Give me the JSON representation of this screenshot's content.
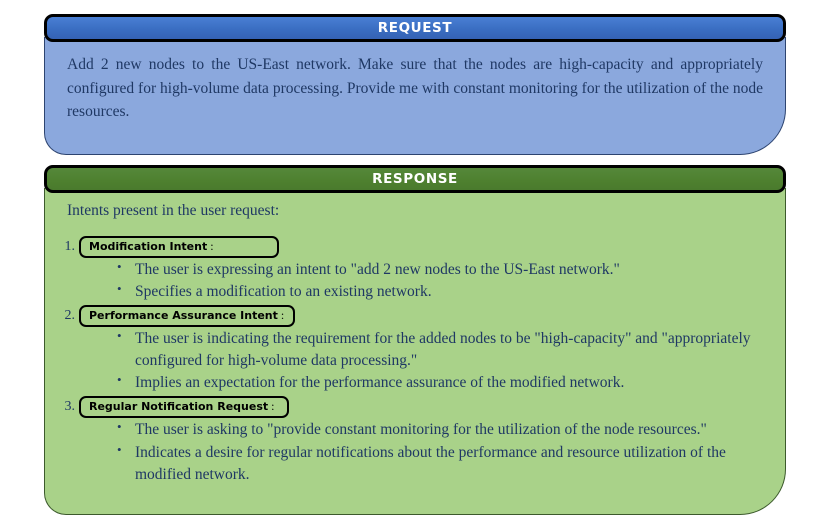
{
  "colors": {
    "request_header_bg": "#3a6ec2",
    "request_body_bg": "#8ba8dd",
    "response_header_bg": "#4e802f",
    "response_body_bg": "#a9d289",
    "body_text": "#1f3864",
    "tag_border": "#000000",
    "header_text": "#ffffff",
    "page_bg": "#ffffff"
  },
  "request": {
    "header_label": "REQUEST",
    "text": "Add 2 new nodes to the US-East network. Make sure that the nodes are high-capacity and appropriately configured for high-volume data processing. Provide me with constant monitoring for the utilization of the node resources."
  },
  "response": {
    "header_label": "RESPONSE",
    "intro": "Intents present in the user request:",
    "intents": [
      {
        "number": "1.",
        "tag_label": "Modification Intent",
        "tag_colon": ":",
        "bullets": [
          "The user is expressing an intent to \"add 2 new nodes to the US-East network.\"",
          "Specifies a modification to an existing network."
        ]
      },
      {
        "number": "2.",
        "tag_label": "Performance Assurance Intent",
        "tag_colon": ":",
        "bullets": [
          "The user is indicating the requirement for the added nodes to be \"high-capacity\" and \"appropriately configured for high-volume data processing.\"",
          "Implies an expectation for the performance assurance of the modified network."
        ]
      },
      {
        "number": "3.",
        "tag_label": "Regular Notification Request",
        "tag_colon": ":",
        "bullets": [
          "The user is asking to \"provide constant monitoring for the utilization of the node resources.\"",
          "Indicates a desire for regular notifications about the performance and resource utilization of the modified network."
        ]
      }
    ]
  }
}
